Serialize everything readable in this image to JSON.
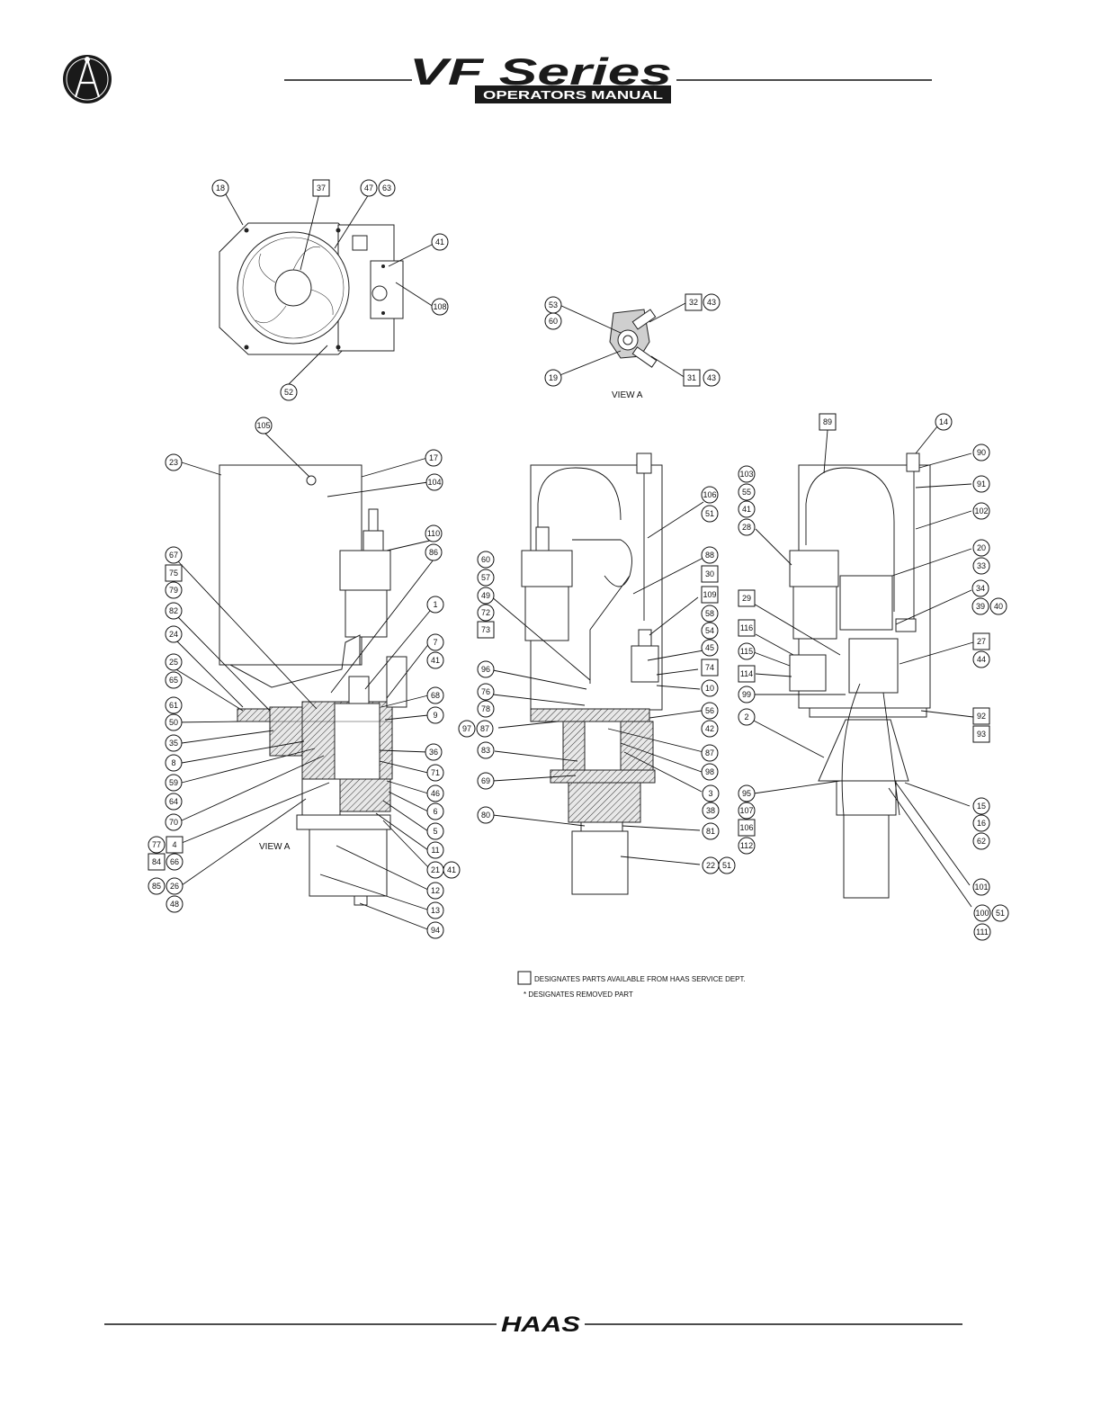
{
  "header": {
    "logo_title": "VF Series",
    "logo_subtitle": "OPERATORS MANUAL"
  },
  "footer": {
    "brand": "HAAS"
  },
  "views": {
    "view_a_label": "VIEW A",
    "view_a_ref": "VIEW A"
  },
  "legend": {
    "boxed_note": "DESIGNATES PARTS AVAILABLE FROM HAAS SERVICE DEPT.",
    "removed_note": "* DESIGNATES REMOVED PART"
  },
  "callouts": [
    {
      "t": "18",
      "b": false
    },
    {
      "t": "37",
      "b": true
    },
    {
      "t": "47",
      "b": false
    },
    {
      "t": "63",
      "b": false
    },
    {
      "t": "41",
      "b": false
    },
    {
      "t": "108",
      "b": false
    },
    {
      "t": "52",
      "b": false
    },
    {
      "t": "53",
      "b": false
    },
    {
      "t": "60",
      "b": false
    },
    {
      "t": "32",
      "b": true
    },
    {
      "t": "43",
      "b": false
    },
    {
      "t": "19",
      "b": false
    },
    {
      "t": "31",
      "b": true
    },
    {
      "t": "43",
      "b": false
    },
    {
      "t": "105",
      "b": false
    },
    {
      "t": "23",
      "b": false
    },
    {
      "t": "17",
      "b": false
    },
    {
      "t": "104",
      "b": false
    },
    {
      "t": "110",
      "b": false
    },
    {
      "t": "86",
      "b": false
    },
    {
      "t": "67",
      "b": false
    },
    {
      "t": "75",
      "b": true
    },
    {
      "t": "79",
      "b": false
    },
    {
      "t": "82",
      "b": false
    },
    {
      "t": "1",
      "b": false
    },
    {
      "t": "24",
      "b": false
    },
    {
      "t": "7",
      "b": false
    },
    {
      "t": "41",
      "b": false
    },
    {
      "t": "25",
      "b": false
    },
    {
      "t": "65",
      "b": false
    },
    {
      "t": "68",
      "b": false
    },
    {
      "t": "61",
      "b": false
    },
    {
      "t": "9",
      "b": false
    },
    {
      "t": "50",
      "b": false
    },
    {
      "t": "35",
      "b": false
    },
    {
      "t": "36",
      "b": false
    },
    {
      "t": "8",
      "b": false
    },
    {
      "t": "71",
      "b": false
    },
    {
      "t": "59",
      "b": false
    },
    {
      "t": "46",
      "b": false
    },
    {
      "t": "64",
      "b": false
    },
    {
      "t": "6",
      "b": false
    },
    {
      "t": "70",
      "b": false
    },
    {
      "t": "5",
      "b": false
    },
    {
      "t": "77",
      "b": false
    },
    {
      "t": "4",
      "b": true
    },
    {
      "t": "11",
      "b": false
    },
    {
      "t": "84",
      "b": true
    },
    {
      "t": "66",
      "b": false
    },
    {
      "t": "21",
      "b": false
    },
    {
      "t": "41",
      "b": false
    },
    {
      "t": "85",
      "b": false
    },
    {
      "t": "26",
      "b": false
    },
    {
      "t": "12",
      "b": false
    },
    {
      "t": "48",
      "b": false
    },
    {
      "t": "13",
      "b": false
    },
    {
      "t": "94",
      "b": false
    },
    {
      "t": "106",
      "b": false
    },
    {
      "t": "51",
      "b": false
    },
    {
      "t": "60",
      "b": false
    },
    {
      "t": "57",
      "b": false
    },
    {
      "t": "88",
      "b": false
    },
    {
      "t": "49",
      "b": false
    },
    {
      "t": "30",
      "b": true
    },
    {
      "t": "72",
      "b": false
    },
    {
      "t": "109",
      "b": true
    },
    {
      "t": "73",
      "b": true
    },
    {
      "t": "58",
      "b": false
    },
    {
      "t": "54",
      "b": false
    },
    {
      "t": "96",
      "b": false
    },
    {
      "t": "45",
      "b": false
    },
    {
      "t": "74",
      "b": true
    },
    {
      "t": "76",
      "b": false
    },
    {
      "t": "10",
      "b": false
    },
    {
      "t": "78",
      "b": false
    },
    {
      "t": "97",
      "b": false
    },
    {
      "t": "87",
      "b": false
    },
    {
      "t": "56",
      "b": false
    },
    {
      "t": "42",
      "b": false
    },
    {
      "t": "83",
      "b": false
    },
    {
      "t": "87",
      "b": false
    },
    {
      "t": "98",
      "b": false
    },
    {
      "t": "69",
      "b": false
    },
    {
      "t": "3",
      "b": false
    },
    {
      "t": "38",
      "b": false
    },
    {
      "t": "80",
      "b": false
    },
    {
      "t": "81",
      "b": false
    },
    {
      "t": "22",
      "b": false
    },
    {
      "t": "51",
      "b": false
    },
    {
      "t": "89",
      "b": true
    },
    {
      "t": "14",
      "b": false
    },
    {
      "t": "90",
      "b": false
    },
    {
      "t": "103",
      "b": false
    },
    {
      "t": "55",
      "b": false
    },
    {
      "t": "91",
      "b": false
    },
    {
      "t": "41",
      "b": false
    },
    {
      "t": "102",
      "b": false
    },
    {
      "t": "28",
      "b": false
    },
    {
      "t": "20",
      "b": false
    },
    {
      "t": "33",
      "b": false
    },
    {
      "t": "29",
      "b": true
    },
    {
      "t": "34",
      "b": false
    },
    {
      "t": "39",
      "b": false
    },
    {
      "t": "40",
      "b": false
    },
    {
      "t": "116",
      "b": true
    },
    {
      "t": "115",
      "b": false
    },
    {
      "t": "27",
      "b": true
    },
    {
      "t": "114",
      "b": true
    },
    {
      "t": "44",
      "b": false
    },
    {
      "t": "99",
      "b": false
    },
    {
      "t": "2",
      "b": false
    },
    {
      "t": "92",
      "b": true
    },
    {
      "t": "93",
      "b": true
    },
    {
      "t": "95",
      "b": false
    },
    {
      "t": "15",
      "b": false
    },
    {
      "t": "107",
      "b": false
    },
    {
      "t": "16",
      "b": false
    },
    {
      "t": "106",
      "b": true
    },
    {
      "t": "62",
      "b": false
    },
    {
      "t": "112",
      "b": false
    },
    {
      "t": "101",
      "b": false
    },
    {
      "t": "100",
      "b": false
    },
    {
      "t": "51",
      "b": false
    },
    {
      "t": "111",
      "b": false
    }
  ]
}
